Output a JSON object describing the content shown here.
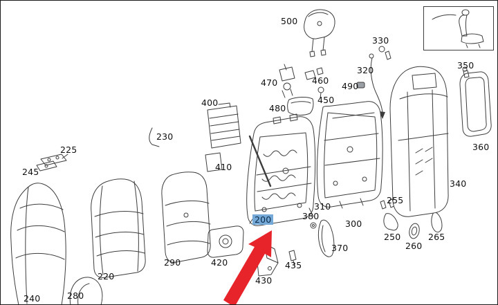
{
  "diagram": {
    "highlighted_part": "200",
    "highlight_color": "#74a9d8",
    "arrow_color": "#e8242b",
    "line_color": "#3c3c3c"
  },
  "labels": {
    "l200": "200",
    "l220": "220",
    "l225": "225",
    "l230": "230",
    "l240": "240",
    "l245": "245",
    "l250": "250",
    "l255": "255",
    "l260": "260",
    "l265": "265",
    "l280": "280",
    "l290": "290",
    "l300": "300",
    "l310": "310",
    "l320": "320",
    "l330": "330",
    "l340": "340",
    "l350": "350",
    "l360": "360",
    "l370": "370",
    "l380": "380",
    "l400": "400",
    "l410": "410",
    "l420": "420",
    "l430": "430",
    "l435": "435",
    "l450": "450",
    "l460": "460",
    "l470": "470",
    "l480": "480",
    "l490": "490",
    "l500": "500"
  }
}
